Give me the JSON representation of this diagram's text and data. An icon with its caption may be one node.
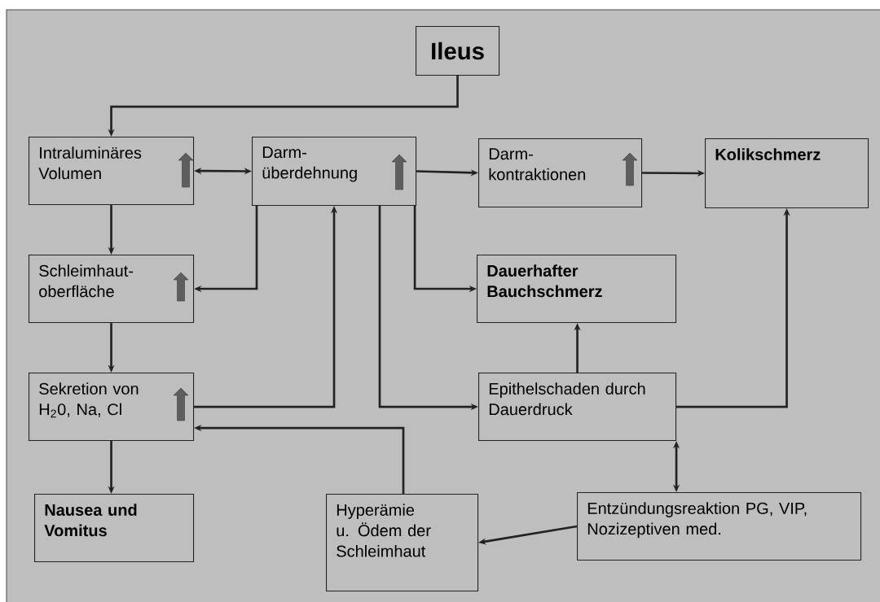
{
  "diagram": {
    "nodes": [
      {
        "text": [
          "Ileus"
        ]
      },
      {
        "text": [
          "Intraluminäres Volumen"
        ]
      },
      {
        "text": [
          "Darm- überdehnung"
        ]
      },
      {
        "text": [
          "Darm- kontraktionen"
        ]
      },
      {
        "text": [
          "Kolikschmerz"
        ]
      },
      {
        "text": [
          "Schleimhaut- oberfläche"
        ]
      },
      {
        "text": [
          "Dauerhafter Bauchschmerz"
        ]
      },
      {
        "text": [
          "Sekretion von H$_{2}$0, Na, Cl"
        ]
      },
      {
        "text": [
          "Epithelschaden durch Dauerdruck"
        ]
      },
      {
        "text": [
          "Nausea und Vomitus"
        ]
      },
      {
        "text": [
          "Hyperämie u. Ödem der Schleimhaut"
        ]
      },
      {
        "text": [
          "Entzündungsreaktion PG, VIP, Nozizeptiven med."
        ]
      }
    ],
    "edges": [
      {
        "from": 0,
        "to": 1,
        "arrow": "to"
      },
      {
        "from": 1,
        "to": 2,
        "arrow": "both"
      },
      {
        "from": 2,
        "to": 3,
        "arrow": "to"
      },
      {
        "from": 3,
        "to": 4,
        "arrow": "to"
      },
      {
        "from": 1,
        "to": 5,
        "arrow": "to"
      },
      {
        "from": 2,
        "to": 5,
        "arrow": "to"
      },
      {
        "from": 7,
        "to": 2,
        "arrow": "to"
      },
      {
        "from": 2,
        "to": 8,
        "arrow": "to"
      },
      {
        "from": 2,
        "to": 6,
        "arrow": "to"
      },
      {
        "from": 5,
        "to": 7,
        "arrow": "to"
      },
      {
        "from": 7,
        "to": 9,
        "arrow": "to"
      },
      {
        "from": 8,
        "to": 6,
        "arrow": "to"
      },
      {
        "from": 8,
        "to": 4,
        "arrow": "to"
      },
      {
        "from": 8,
        "to": 11,
        "arrow": "both"
      },
      {
        "from": 11,
        "to": 10,
        "arrow": "to"
      },
      {
        "from": 10,
        "to": 7,
        "arrow": "to"
      }
    ]
  }
}
